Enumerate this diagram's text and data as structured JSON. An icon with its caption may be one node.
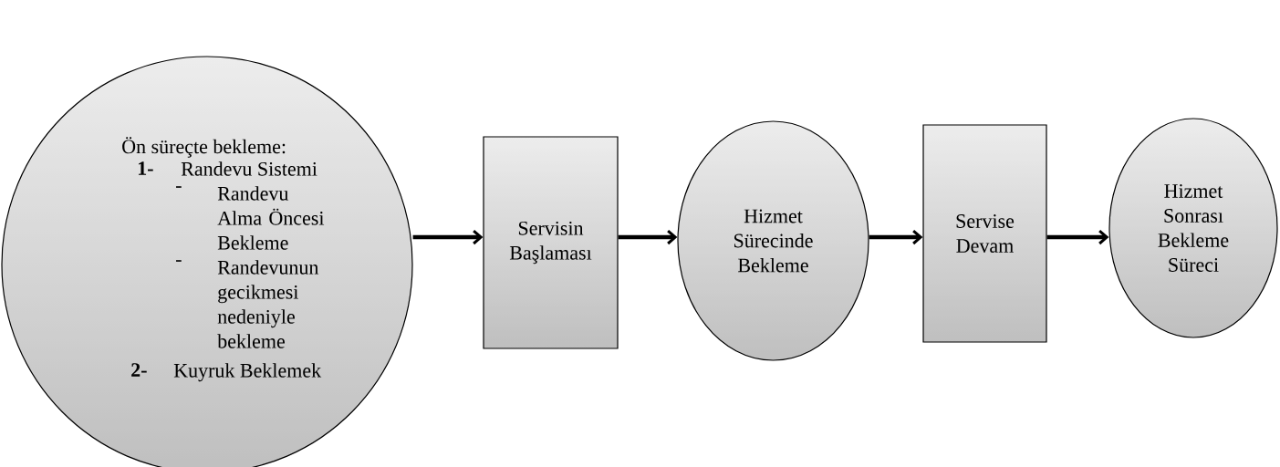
{
  "diagram": {
    "nodes": [
      {
        "text": [
          "Ön süreçte bekleme:",
          "1-",
          "Randevu Sistemi",
          "-",
          "Randevu Alma Öncesi Bekleme",
          "-",
          "Randevunun gecikmesi nedeniyle bekleme",
          "2-",
          "Kuyruk Beklemek"
        ]
      },
      {
        "text": [
          "Servisin Başlaması"
        ]
      },
      {
        "text": [
          "Hizmet Sürecinde Bekleme"
        ]
      },
      {
        "text": [
          "Servise Devam"
        ]
      },
      {
        "text": [
          "Hizmet Sonrası Bekleme Süreci"
        ]
      }
    ],
    "edges": [
      {
        "from": 0,
        "to": 1,
        "arrow": "to"
      },
      {
        "from": 1,
        "to": 2,
        "arrow": "to"
      },
      {
        "from": 2,
        "to": 3,
        "arrow": "to"
      },
      {
        "from": 3,
        "to": 4,
        "arrow": "to"
      }
    ]
  }
}
